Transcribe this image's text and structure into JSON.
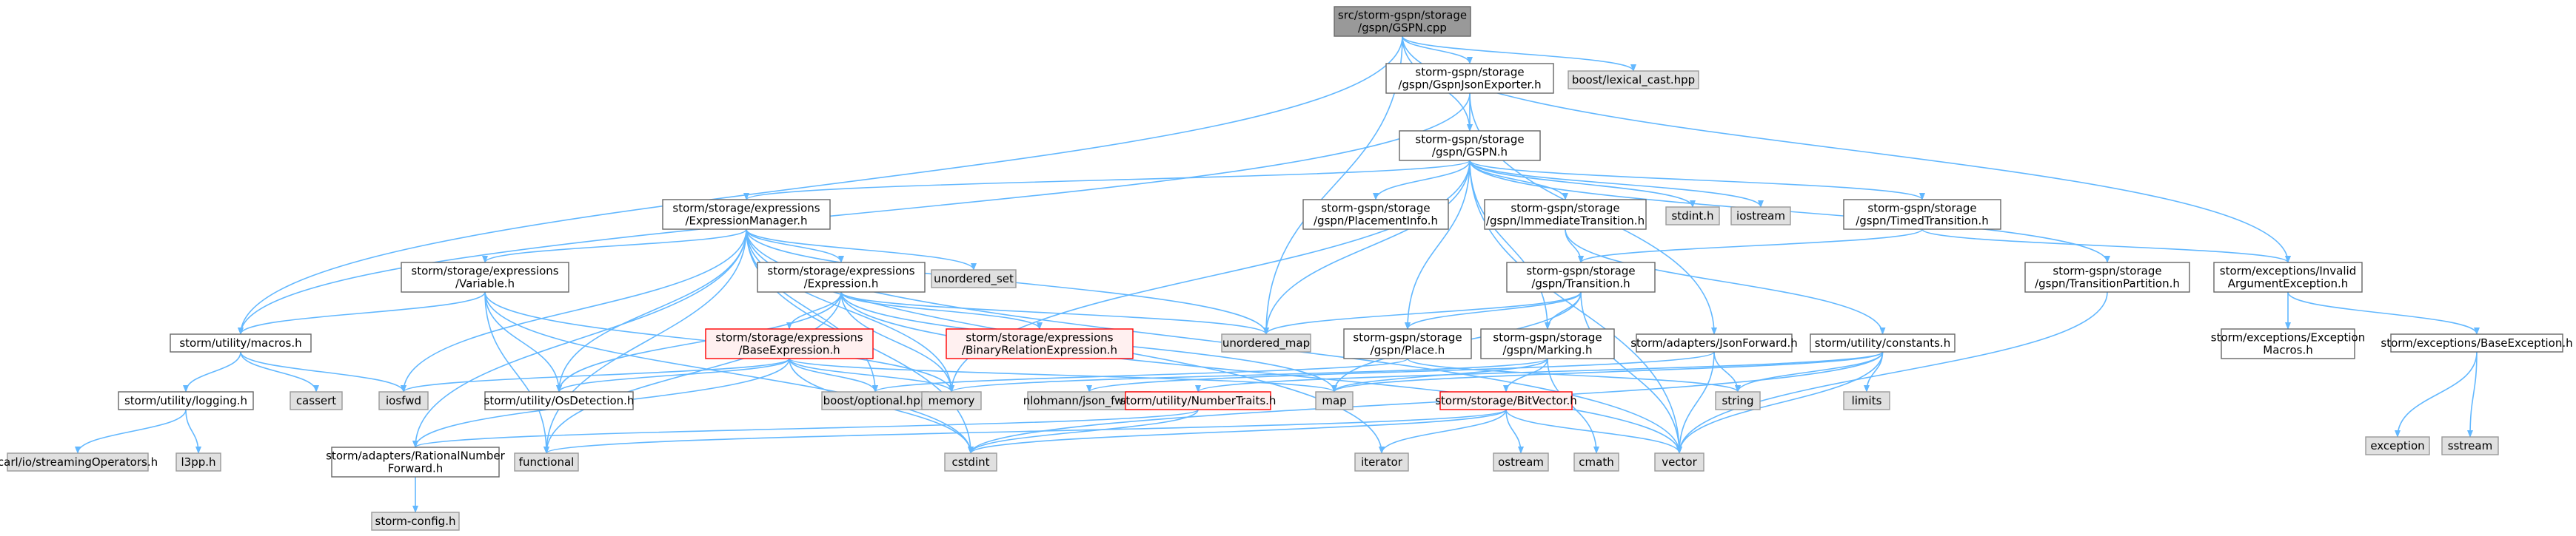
{
  "colors": {
    "edge": "#63b8ff",
    "root_fill": "#999999",
    "root_border": "#666666",
    "node_fill": "#ffffff",
    "node_border": "#666666",
    "system_fill": "#e0e0e0",
    "system_border": "#999999",
    "missing_border": "#ff0000",
    "missing_fill": "#fff0f0"
  },
  "nodes": [
    {
      "id": "gspn_cpp",
      "kind": "root",
      "lines": [
        "src/storm-gspn/storage",
        "/gspn/GSPN.cpp"
      ]
    },
    {
      "id": "lexical_cast",
      "kind": "system",
      "lines": [
        "boost/lexical_cast.hpp"
      ]
    },
    {
      "id": "gspnjson",
      "kind": "normal",
      "lines": [
        "storm-gspn/storage",
        "/gspn/GspnJsonExporter.h"
      ]
    },
    {
      "id": "gspn_h",
      "kind": "normal",
      "lines": [
        "storm-gspn/storage",
        "/gspn/GSPN.h"
      ]
    },
    {
      "id": "exprmgr",
      "kind": "normal",
      "lines": [
        "storm/storage/expressions",
        "/ExpressionManager.h"
      ]
    },
    {
      "id": "placementinfo",
      "kind": "normal",
      "lines": [
        "storm-gspn/storage",
        "/gspn/PlacementInfo.h"
      ]
    },
    {
      "id": "immtrans",
      "kind": "normal",
      "lines": [
        "storm-gspn/storage",
        "/gspn/ImmediateTransition.h"
      ]
    },
    {
      "id": "stdint",
      "kind": "system",
      "lines": [
        "stdint.h"
      ]
    },
    {
      "id": "iostream",
      "kind": "system",
      "lines": [
        "iostream"
      ]
    },
    {
      "id": "timedtrans",
      "kind": "normal",
      "lines": [
        "storm-gspn/storage",
        "/gspn/TimedTransition.h"
      ]
    },
    {
      "id": "invalidarg",
      "kind": "normal",
      "lines": [
        "storm/exceptions/Invalid",
        "ArgumentException.h"
      ]
    },
    {
      "id": "variable",
      "kind": "normal",
      "lines": [
        "storm/storage/expressions",
        "/Variable.h"
      ]
    },
    {
      "id": "expression",
      "kind": "normal",
      "lines": [
        "storm/storage/expressions",
        "/Expression.h"
      ]
    },
    {
      "id": "unordered_set",
      "kind": "system",
      "lines": [
        "unordered_set"
      ]
    },
    {
      "id": "transition",
      "kind": "normal",
      "lines": [
        "storm-gspn/storage",
        "/gspn/Transition.h"
      ]
    },
    {
      "id": "transpartition",
      "kind": "normal",
      "lines": [
        "storm-gspn/storage",
        "/gspn/TransitionPartition.h"
      ]
    },
    {
      "id": "macros",
      "kind": "normal",
      "lines": [
        "storm/utility/macros.h"
      ]
    },
    {
      "id": "baseexpr",
      "kind": "missing",
      "lines": [
        "storm/storage/expressions",
        "/BaseExpression.h"
      ]
    },
    {
      "id": "binrel",
      "kind": "missing",
      "lines": [
        "storm/storage/expressions",
        "/BinaryRelationExpression.h"
      ]
    },
    {
      "id": "unordered_map",
      "kind": "system",
      "lines": [
        "unordered_map"
      ]
    },
    {
      "id": "place",
      "kind": "normal",
      "lines": [
        "storm-gspn/storage",
        "/gspn/Place.h"
      ]
    },
    {
      "id": "marking",
      "kind": "normal",
      "lines": [
        "storm-gspn/storage",
        "/gspn/Marking.h"
      ]
    },
    {
      "id": "jsonforward",
      "kind": "normal",
      "lines": [
        "storm/adapters/JsonForward.h"
      ]
    },
    {
      "id": "constants",
      "kind": "normal",
      "lines": [
        "storm/utility/constants.h"
      ]
    },
    {
      "id": "exmacros",
      "kind": "normal",
      "lines": [
        "storm/exceptions/Exception",
        "Macros.h"
      ]
    },
    {
      "id": "baseexc",
      "kind": "normal",
      "lines": [
        "storm/exceptions/BaseException.h"
      ]
    },
    {
      "id": "logging",
      "kind": "normal",
      "lines": [
        "storm/utility/logging.h"
      ]
    },
    {
      "id": "cassert",
      "kind": "system",
      "lines": [
        "cassert"
      ]
    },
    {
      "id": "iosfwd",
      "kind": "system",
      "lines": [
        "iosfwd"
      ]
    },
    {
      "id": "osdetect",
      "kind": "normal",
      "lines": [
        "storm/utility/OsDetection.h"
      ]
    },
    {
      "id": "boostopt",
      "kind": "system",
      "lines": [
        "boost/optional.hpp"
      ]
    },
    {
      "id": "memory",
      "kind": "system",
      "lines": [
        "memory"
      ]
    },
    {
      "id": "nlohmann",
      "kind": "system",
      "lines": [
        "nlohmann/json_fwd.hpp"
      ]
    },
    {
      "id": "numtraits",
      "kind": "missing",
      "lines": [
        "storm/utility/NumberTraits.h"
      ]
    },
    {
      "id": "map",
      "kind": "system",
      "lines": [
        "map"
      ]
    },
    {
      "id": "bitvector",
      "kind": "missing",
      "lines": [
        "storm/storage/BitVector.h"
      ]
    },
    {
      "id": "string",
      "kind": "system",
      "lines": [
        "string"
      ]
    },
    {
      "id": "limits",
      "kind": "system",
      "lines": [
        "limits"
      ]
    },
    {
      "id": "exception",
      "kind": "system",
      "lines": [
        "exception"
      ]
    },
    {
      "id": "sstream",
      "kind": "system",
      "lines": [
        "sstream"
      ]
    },
    {
      "id": "carl",
      "kind": "system",
      "lines": [
        "carl/io/streamingOperators.h"
      ]
    },
    {
      "id": "l3pp",
      "kind": "system",
      "lines": [
        "l3pp.h"
      ]
    },
    {
      "id": "ratnum",
      "kind": "normal",
      "lines": [
        "storm/adapters/RationalNumber",
        "Forward.h"
      ]
    },
    {
      "id": "functional",
      "kind": "system",
      "lines": [
        "functional"
      ]
    },
    {
      "id": "cstdint",
      "kind": "system",
      "lines": [
        "cstdint"
      ]
    },
    {
      "id": "iterator",
      "kind": "system",
      "lines": [
        "iterator"
      ]
    },
    {
      "id": "ostream",
      "kind": "system",
      "lines": [
        "ostream"
      ]
    },
    {
      "id": "cmath",
      "kind": "system",
      "lines": [
        "cmath"
      ]
    },
    {
      "id": "vector",
      "kind": "system",
      "lines": [
        "vector"
      ]
    },
    {
      "id": "stormconfig",
      "kind": "system",
      "lines": [
        "storm-config.h"
      ]
    }
  ],
  "edges": [
    [
      "gspn_cpp",
      "gspnjson"
    ],
    [
      "gspn_cpp",
      "lexical_cast"
    ],
    [
      "gspn_cpp",
      "gspn_h"
    ],
    [
      "gspn_cpp",
      "invalidarg"
    ],
    [
      "gspn_cpp",
      "macros"
    ],
    [
      "gspn_cpp",
      "unordered_map"
    ],
    [
      "gspnjson",
      "gspn_h"
    ],
    [
      "gspnjson",
      "jsonforward"
    ],
    [
      "gspnjson",
      "macros"
    ],
    [
      "gspn_h",
      "exprmgr"
    ],
    [
      "gspn_h",
      "placementinfo"
    ],
    [
      "gspn_h",
      "immtrans"
    ],
    [
      "gspn_h",
      "stdint"
    ],
    [
      "gspn_h",
      "iostream"
    ],
    [
      "gspn_h",
      "timedtrans"
    ],
    [
      "gspn_h",
      "transpartition"
    ],
    [
      "gspn_h",
      "place"
    ],
    [
      "gspn_h",
      "marking"
    ],
    [
      "gspn_h",
      "unordered_map"
    ],
    [
      "gspn_h",
      "memory"
    ],
    [
      "gspn_h",
      "vector"
    ],
    [
      "exprmgr",
      "variable"
    ],
    [
      "exprmgr",
      "expression"
    ],
    [
      "exprmgr",
      "unordered_set"
    ],
    [
      "exprmgr",
      "unordered_map"
    ],
    [
      "exprmgr",
      "iosfwd"
    ],
    [
      "exprmgr",
      "osdetect"
    ],
    [
      "exprmgr",
      "boostopt"
    ],
    [
      "exprmgr",
      "cstdint"
    ],
    [
      "exprmgr",
      "functional"
    ],
    [
      "exprmgr",
      "iterator"
    ],
    [
      "exprmgr",
      "ratnum"
    ],
    [
      "exprmgr",
      "vector"
    ],
    [
      "exprmgr",
      "memory"
    ],
    [
      "immtrans",
      "transition"
    ],
    [
      "immtrans",
      "constants"
    ],
    [
      "timedtrans",
      "transition"
    ],
    [
      "timedtrans",
      "invalidarg"
    ],
    [
      "variable",
      "macros"
    ],
    [
      "variable",
      "osdetect"
    ],
    [
      "variable",
      "memory"
    ],
    [
      "variable",
      "functional"
    ],
    [
      "variable",
      "cstdint"
    ],
    [
      "expression",
      "baseexpr"
    ],
    [
      "expression",
      "binrel"
    ],
    [
      "expression",
      "osdetect"
    ],
    [
      "expression",
      "memory"
    ],
    [
      "expression",
      "map"
    ],
    [
      "expression",
      "unordered_map"
    ],
    [
      "expression",
      "functional"
    ],
    [
      "expression",
      "vector"
    ],
    [
      "transition",
      "place"
    ],
    [
      "transition",
      "marking"
    ],
    [
      "transition",
      "unordered_map"
    ],
    [
      "transition",
      "vector"
    ],
    [
      "transition",
      "map"
    ],
    [
      "transpartition",
      "vector"
    ],
    [
      "macros",
      "logging"
    ],
    [
      "macros",
      "cassert"
    ],
    [
      "macros",
      "iosfwd"
    ],
    [
      "baseexpr",
      "iosfwd"
    ],
    [
      "baseexpr",
      "memory"
    ],
    [
      "baseexpr",
      "boostopt"
    ],
    [
      "baseexpr",
      "osdetect"
    ],
    [
      "baseexpr",
      "cstdint"
    ],
    [
      "baseexpr",
      "ratnum"
    ],
    [
      "baseexpr",
      "map"
    ],
    [
      "place",
      "boostopt"
    ],
    [
      "place",
      "string"
    ],
    [
      "marking",
      "bitvector"
    ],
    [
      "marking",
      "map"
    ],
    [
      "marking",
      "cmath"
    ],
    [
      "marking",
      "memory"
    ],
    [
      "jsonforward",
      "nlohmann"
    ],
    [
      "jsonforward",
      "string"
    ],
    [
      "jsonforward",
      "vector"
    ],
    [
      "constants",
      "numtraits"
    ],
    [
      "constants",
      "limits"
    ],
    [
      "constants",
      "string"
    ],
    [
      "constants",
      "vector"
    ],
    [
      "constants",
      "map"
    ],
    [
      "constants",
      "cstdint"
    ],
    [
      "invalidarg",
      "exmacros"
    ],
    [
      "invalidarg",
      "baseexc"
    ],
    [
      "baseexc",
      "exception"
    ],
    [
      "baseexc",
      "sstream"
    ],
    [
      "logging",
      "carl"
    ],
    [
      "logging",
      "l3pp"
    ],
    [
      "numtraits",
      "cstdint"
    ],
    [
      "numtraits",
      "ratnum"
    ],
    [
      "bitvector",
      "cstdint"
    ],
    [
      "bitvector",
      "ostream"
    ],
    [
      "bitvector",
      "iterator"
    ],
    [
      "bitvector",
      "vector"
    ],
    [
      "bitvector",
      "functional"
    ],
    [
      "ratnum",
      "stormconfig"
    ]
  ]
}
